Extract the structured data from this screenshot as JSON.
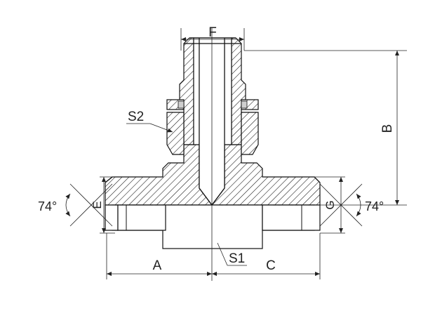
{
  "labels": {
    "F": "F",
    "B": "B",
    "S2": "S2",
    "S1": "S1",
    "A": "A",
    "C": "C",
    "E": "E",
    "G": "G",
    "angle_left": "74°",
    "angle_right": "74°"
  }
}
